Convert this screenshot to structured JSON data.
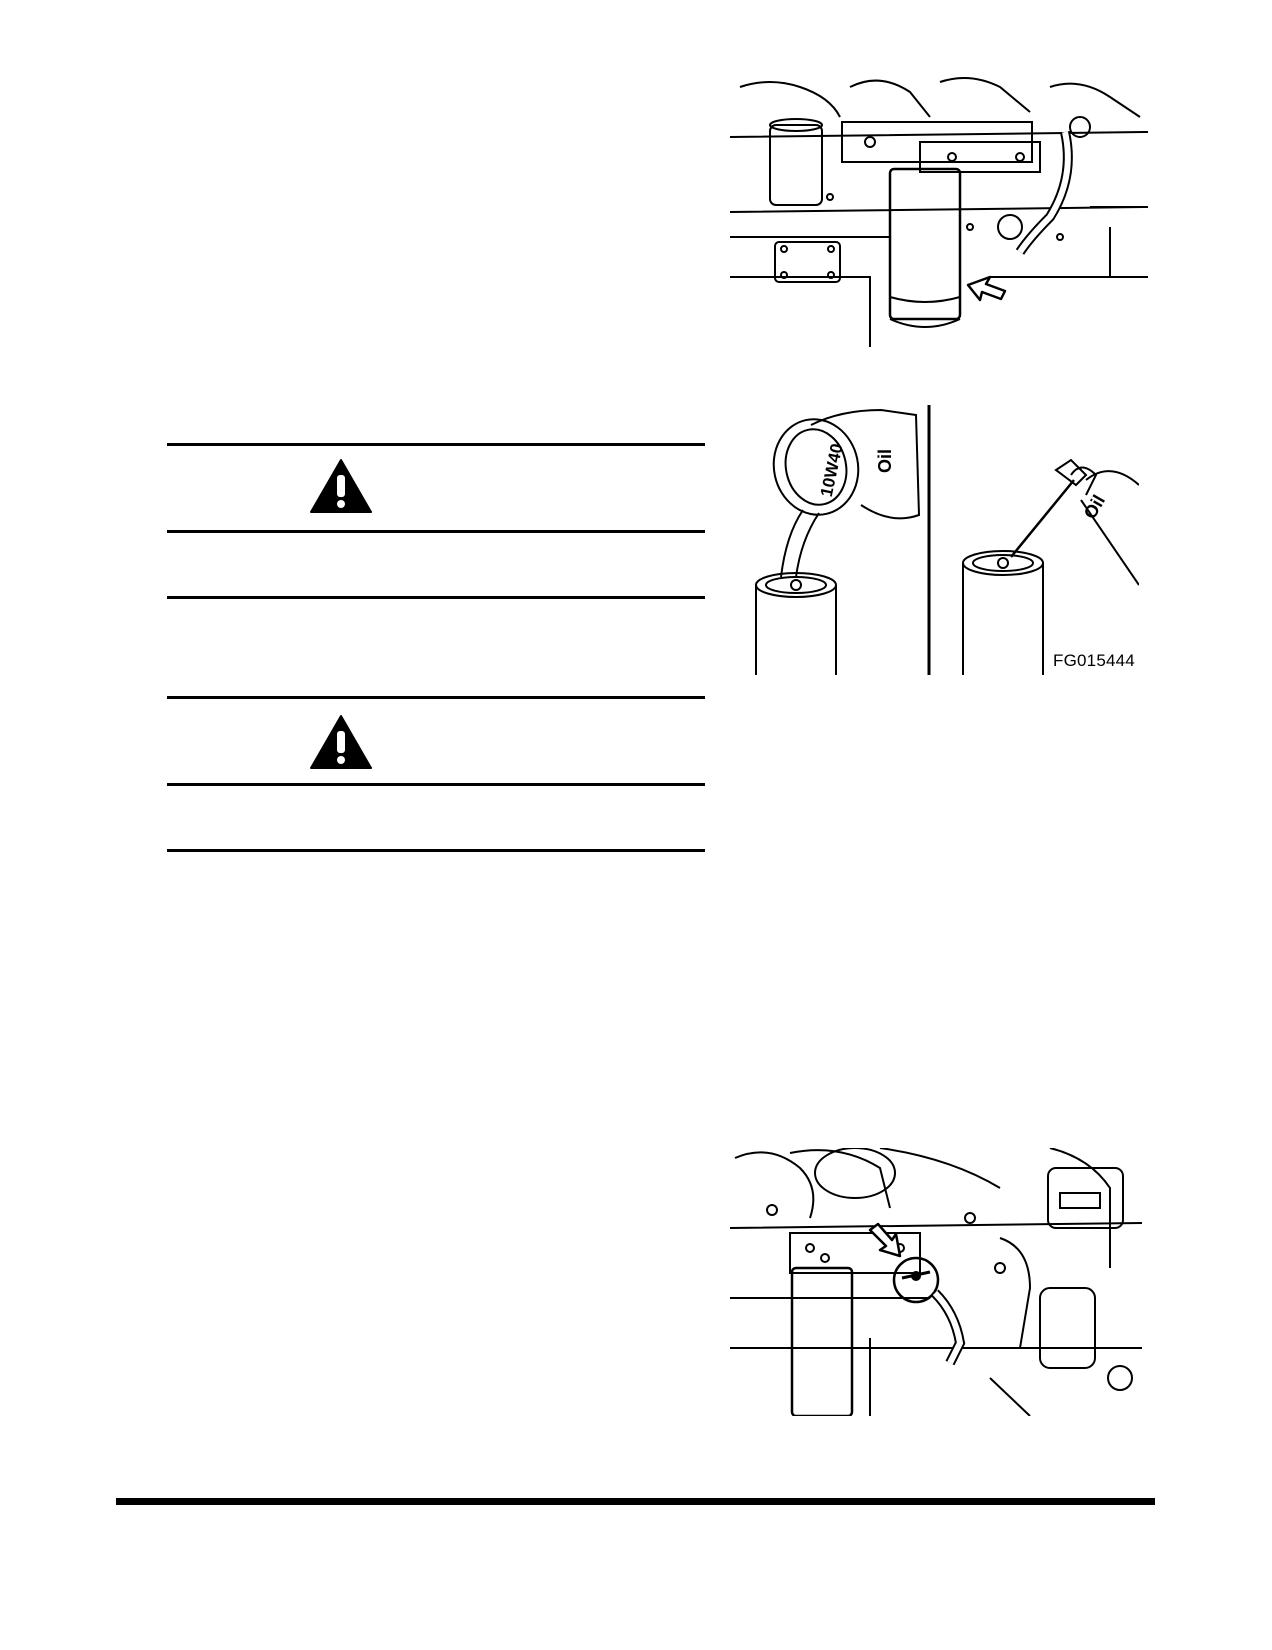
{
  "warning_blocks": [
    {
      "icon": "warning-triangle-icon"
    },
    {
      "icon": "warning-triangle-icon"
    }
  ],
  "figures": {
    "oil_filter_location": {
      "description_icon": "oil-filter-arrow-illustration"
    },
    "oil_filter_priming": {
      "label_10w40": "10W40",
      "label_oil_left": "Oil",
      "label_oil_right": "Oil",
      "figure_code": "FG015444"
    },
    "oil_filter_drain": {
      "description_icon": "drain-valve-arrow-illustration"
    }
  },
  "colors": {
    "ink": "#000000",
    "paper": "#ffffff",
    "line_gray": "#555555"
  }
}
